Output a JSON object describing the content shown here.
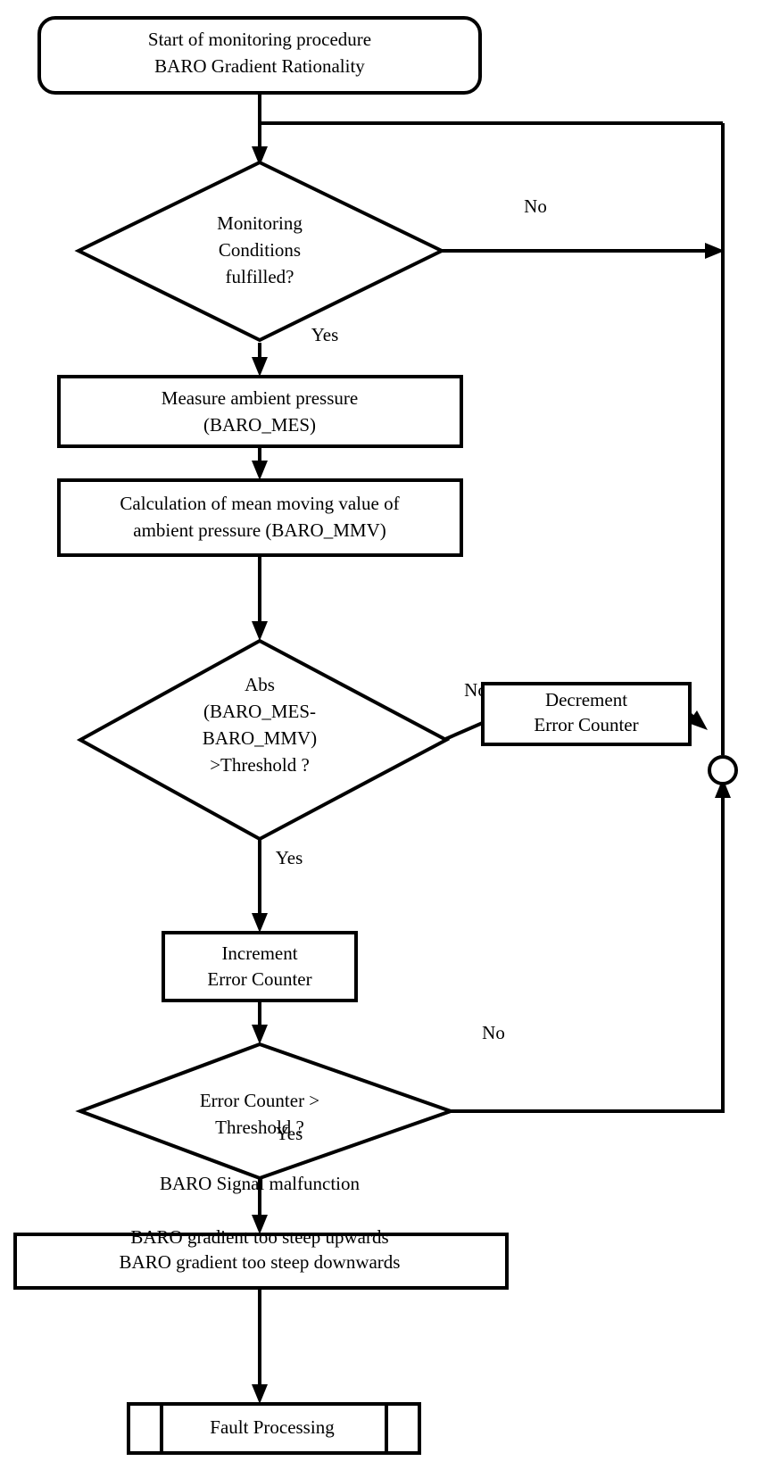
{
  "diagram": {
    "title": "BARO Gradient Rationality monitoring procedure flowchart",
    "background_color": "#ffffff",
    "line_color": "#000000",
    "nodes": {
      "start": {
        "shape": "rounded-rectangle",
        "line1": "Start of monitoring procedure",
        "line2": "BARO Gradient Rationality"
      },
      "decision_conditions": {
        "shape": "diamond",
        "line1": "Monitoring",
        "line2": "Conditions",
        "line3": "fulfilled?"
      },
      "measure_pressure": {
        "shape": "rectangle",
        "line1": "Measure ambient pressure",
        "line2": "(BARO_MES)"
      },
      "calc_mmv": {
        "shape": "rectangle",
        "line1": "Calculation of mean moving value of",
        "line2": "ambient pressure (BARO_MMV)"
      },
      "decision_threshold": {
        "shape": "diamond",
        "line1": "Abs",
        "line2": "(BARO_MES-",
        "line3": "BARO_MMV)",
        "line4": ">Threshold ?"
      },
      "decrement_counter": {
        "shape": "rectangle",
        "line1": "Decrement",
        "line2": "Error Counter"
      },
      "increment_counter": {
        "shape": "rectangle",
        "line1": "Increment",
        "line2": "Error Counter"
      },
      "decision_counter": {
        "shape": "diamond",
        "line1": "Error Counter >",
        "line2": "Threshold ?"
      },
      "malfunction": {
        "shape": "rectangle",
        "line1": "BARO Signal malfunction",
        "line2": "BARO gradient too steep upwards",
        "line3": "BARO gradient too steep downwards"
      },
      "fault_processing": {
        "shape": "predefined-process",
        "line1": "Fault Processing"
      },
      "merge_junction": {
        "shape": "circle",
        "label": ""
      }
    },
    "edge_labels": {
      "conditions_no": "No",
      "conditions_yes": "Yes",
      "threshold_no": "No",
      "threshold_yes": "Yes",
      "counter_no": "No",
      "counter_yes": "Yes"
    }
  }
}
